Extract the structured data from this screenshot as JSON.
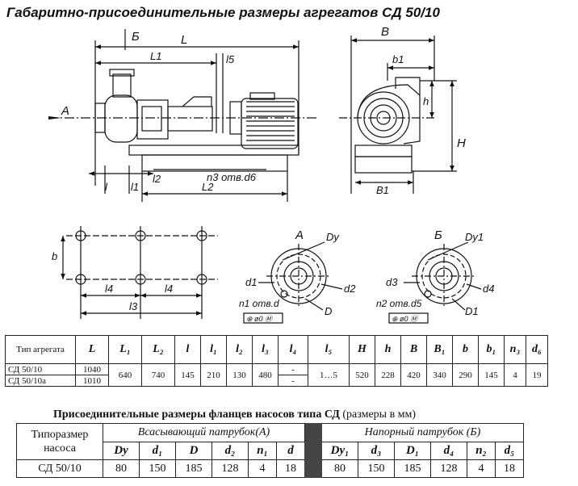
{
  "title": "Габаритно-присоединительные размеры агрегатов СД 50/10",
  "drawing_labels": {
    "b_section": "Б",
    "L": "L",
    "L1": "L1",
    "l5": "l5",
    "A": "A",
    "l": "l",
    "l1": "l1",
    "l2": "l2",
    "n3": "n3 отв.d6",
    "L2": "L2",
    "B": "B",
    "b1": "b1",
    "h": "h",
    "H": "H",
    "B1": "B1",
    "b": "b",
    "l4a": "l4",
    "l4b": "l4",
    "l3": "l3",
    "flangeA_title": "A",
    "Dy": "Dy",
    "d1": "d1",
    "d2": "d2",
    "D": "D",
    "n1": "n1 отв.d",
    "tolA": "⊕ ø0 Ⓜ",
    "flangeB_title": "Б",
    "Dy1": "Dy1",
    "d3": "d3",
    "d4": "d4",
    "D1": "D1",
    "n2": "n2 отв.d5",
    "tolB": "⊕ ø0 Ⓜ"
  },
  "spec_table": {
    "type_header": "Тип агрегата",
    "columns": [
      "L",
      "L₁",
      "L₂",
      "l",
      "l₁",
      "l₂",
      "l₃",
      "l₄",
      "l₅",
      "H",
      "h",
      "B",
      "B₁",
      "b",
      "b₁",
      "n₃",
      "d₆"
    ],
    "rows": [
      {
        "name": "СД 50/10",
        "L": "1040"
      },
      {
        "name": "СД 50/10а",
        "L": "1010"
      }
    ],
    "shared": [
      "640",
      "740",
      "145",
      "210",
      "130",
      "480",
      "-",
      "1…5",
      "520",
      "228",
      "420",
      "340",
      "290",
      "145",
      "4",
      "19"
    ],
    "l4_second": "-"
  },
  "flange_caption": {
    "bold": "Присоединительные размеры фланцев насосов типа СД",
    "normal": " (размеры в мм)"
  },
  "flange_table": {
    "type_header": "Типоразмер насоса",
    "suction_header": "Всасывающий патрубок(А)",
    "discharge_header": "Напорный патрубок (Б)",
    "suction_cols": [
      "Dy",
      "d₁",
      "D",
      "d₂",
      "n₁",
      "d"
    ],
    "discharge_cols": [
      "Dy₁",
      "d₃",
      "D₁",
      "d₄",
      "n₂",
      "d₅"
    ],
    "row_name": "СД 50/10",
    "suction_vals": [
      "80",
      "150",
      "185",
      "128",
      "4",
      "18"
    ],
    "discharge_vals": [
      "80",
      "150",
      "185",
      "128",
      "4",
      "18"
    ]
  }
}
